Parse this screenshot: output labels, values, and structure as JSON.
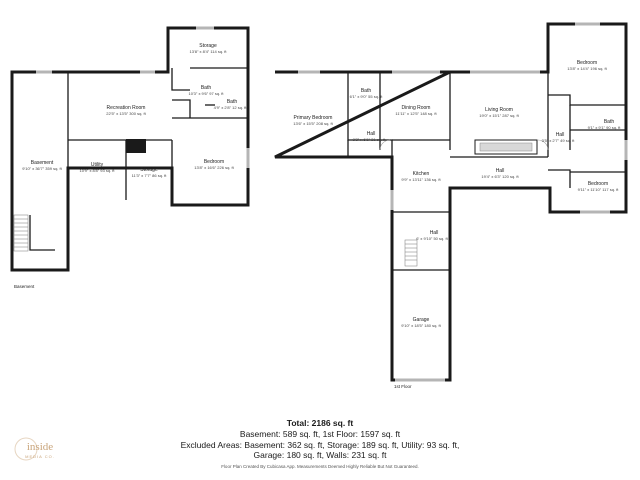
{
  "floors": {
    "basement_label": "Basement",
    "first_label": "1st Floor"
  },
  "rooms": {
    "basement": {
      "name": "Basement",
      "dims": "9'10\" x 36'7\" 359 sq. ft"
    },
    "recreation": {
      "name": "Recreation Room",
      "dims": "22'5\" x 13'5\" 300 sq. ft"
    },
    "utility": {
      "name": "Utility",
      "dims": "10'9\" x 8'8\" 93 sq. ft"
    },
    "storage_lower": {
      "name": "Storage",
      "dims": "11'3\" x 7'7\" 86 sq. ft"
    },
    "storage_upper": {
      "name": "Storage",
      "dims": "13'8\" x 8'4\" 114 sq. ft"
    },
    "bath_b1": {
      "name": "Bath",
      "dims": "10'3\" x 9'6\" 97 sq. ft"
    },
    "bath_b2": {
      "name": "Bath",
      "dims": "4'9\" x 2'8\" 12 sq. ft"
    },
    "bedroom_b": {
      "name": "Bedroom",
      "dims": "13'8\" x 16'6\" 226 sq. ft"
    },
    "primary_bedroom": {
      "name": "Primary Bedroom",
      "dims": "13'6\" x 15'5\" 208 sq. ft"
    },
    "bath_1": {
      "name": "Bath",
      "dims": "6'1\" x 9'0\" 55 sq. ft"
    },
    "hall_1": {
      "name": "Hall",
      "dims": "8'3\" x 6'1\" 31 sq. ft"
    },
    "dining": {
      "name": "Dining Room",
      "dims": "11'11\" x 12'5\" 148 sq. ft"
    },
    "living": {
      "name": "Living Room",
      "dims": "19'0\" x 15'1\" 287 sq. ft"
    },
    "kitchen": {
      "name": "Kitchen",
      "dims": "9'9\" x 13'11\" 136 sq. ft"
    },
    "hall_main": {
      "name": "Hall",
      "dims": "19'4\" x 6'3\" 120 sq. ft"
    },
    "hall_2": {
      "name": "Hall",
      "dims": "6' x 9'10\" 50 sq. ft"
    },
    "garage": {
      "name": "Garage",
      "dims": "9'10\" x 18'5\" 180 sq. ft"
    },
    "bedroom_ne": {
      "name": "Bedroom",
      "dims": "13'8\" x 14'4\" 196 sq. ft"
    },
    "hall_e": {
      "name": "Hall",
      "dims": "3'5\" x 2'7\" 49 sq. ft"
    },
    "bath_e": {
      "name": "Bath",
      "dims": "9'1\" x 9'1\" 90 sq. ft"
    },
    "bedroom_se": {
      "name": "Bedroom",
      "dims": "9'11\" x 11'10\" 117 sq. ft"
    }
  },
  "summary": {
    "total": "Total: 2186 sq. ft",
    "line1": "Basement: 589 sq. ft, 1st Floor: 1597 sq. ft",
    "line2": "Excluded Areas: Basement: 362 sq. ft, Storage: 189 sq. ft, Utility: 93 sq. ft,",
    "line3": "Garage: 180 sq. ft, Walls: 231 sq. ft",
    "credit": "Floor Plan Created By Cubicasa App. Measurements Deemed Highly Reliable But Not Guaranteed."
  },
  "logo": {
    "line1": "inside",
    "line2": "MEDIA CO.",
    "color": "#c9a47a"
  }
}
